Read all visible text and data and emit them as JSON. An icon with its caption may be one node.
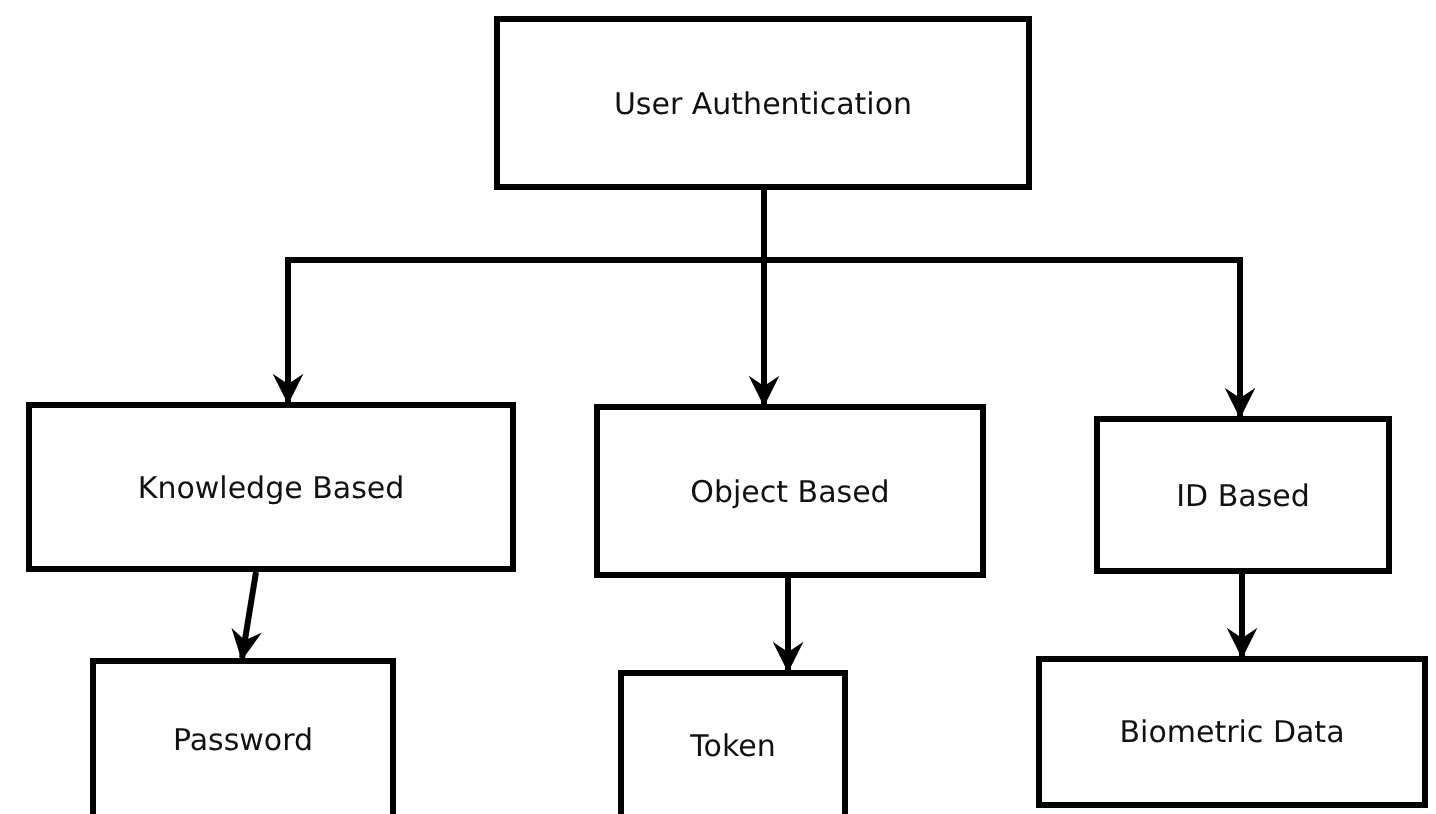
{
  "diagram": {
    "nodes": [
      {
        "text": [
          "User Authentication"
        ]
      },
      {
        "text": [
          "Knowledge Based"
        ]
      },
      {
        "text": [
          "Object Based"
        ]
      },
      {
        "text": [
          "ID Based"
        ]
      },
      {
        "text": [
          "Password"
        ]
      },
      {
        "text": [
          "Token"
        ]
      },
      {
        "text": [
          "Biometric Data"
        ]
      }
    ],
    "edges": [
      {
        "from": 0,
        "to": 1,
        "arrow": "to"
      },
      {
        "from": 0,
        "to": 2,
        "arrow": "to"
      },
      {
        "from": 0,
        "to": 3,
        "arrow": "to"
      },
      {
        "from": 1,
        "to": 4,
        "arrow": "to"
      },
      {
        "from": 2,
        "to": 5,
        "arrow": "to"
      },
      {
        "from": 3,
        "to": 6,
        "arrow": "to"
      }
    ]
  }
}
